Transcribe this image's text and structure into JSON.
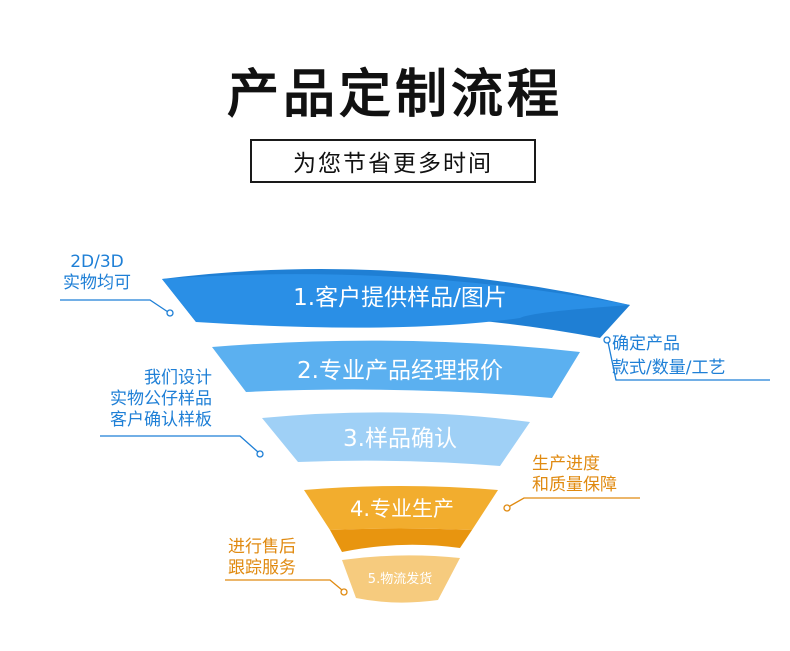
{
  "title": "产品定制流程",
  "subtitle": "为您节省更多时间",
  "stages": [
    {
      "label": "1.客户提供样品/图片"
    },
    {
      "label": "2.专业产品经理报价"
    },
    {
      "label": "3.样品确认"
    },
    {
      "label": "4.专业生产"
    },
    {
      "label": "5.物流发货"
    }
  ],
  "notes": {
    "note1": {
      "line1": "2D/3D",
      "line2": "实物均可"
    },
    "note2": {
      "line1": "确定产品",
      "line2": "款式/数量/工艺"
    },
    "note3": {
      "line1": "我们设计",
      "line2": "实物公仔样品",
      "line3": "客户确认样板"
    },
    "note4": {
      "line1": "生产进度",
      "line2": "和质量保障"
    },
    "note5": {
      "line1": "进行售后",
      "line2": "跟踪服务"
    }
  },
  "colors": {
    "stage1": "#2a8fe6",
    "stage2": "#5bb0f0",
    "stage3": "#9fd0f6",
    "stage4": "#f2ad2e",
    "stage5": "#f6cb7e",
    "blue_text": "#1e7fd6",
    "orange_text": "#e08a10"
  }
}
